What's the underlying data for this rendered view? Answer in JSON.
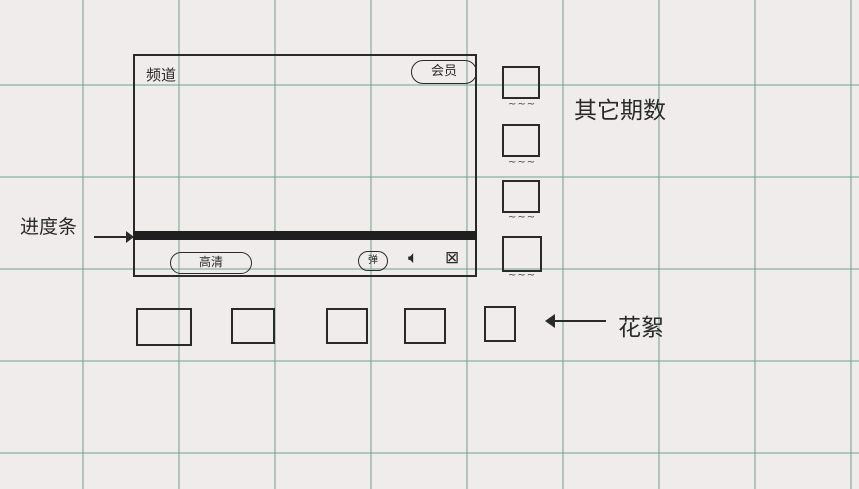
{
  "player": {
    "channel_label": "频道",
    "member_button": "会员",
    "hd_button": "高清",
    "ctrl_pill": "弹",
    "volume_icon": "speaker-icon",
    "fullscreen_icon": "fullscreen-icon",
    "progress": 1.0
  },
  "annotations": {
    "progress_bar": "进度条",
    "other_episodes": "其它期数",
    "extras": "花絮"
  },
  "episode_thumbs": [
    {
      "caption": "~~~"
    },
    {
      "caption": "~~~"
    },
    {
      "caption": "~~~"
    },
    {
      "caption": "~~~"
    }
  ],
  "extras_thumbs": [
    {
      "caption": ""
    },
    {
      "caption": ""
    },
    {
      "caption": ""
    },
    {
      "caption": ""
    },
    {
      "caption": ""
    }
  ],
  "colors": {
    "ink": "#2a2a2a",
    "grid": "#78aa96",
    "paper": "#efeceb"
  }
}
